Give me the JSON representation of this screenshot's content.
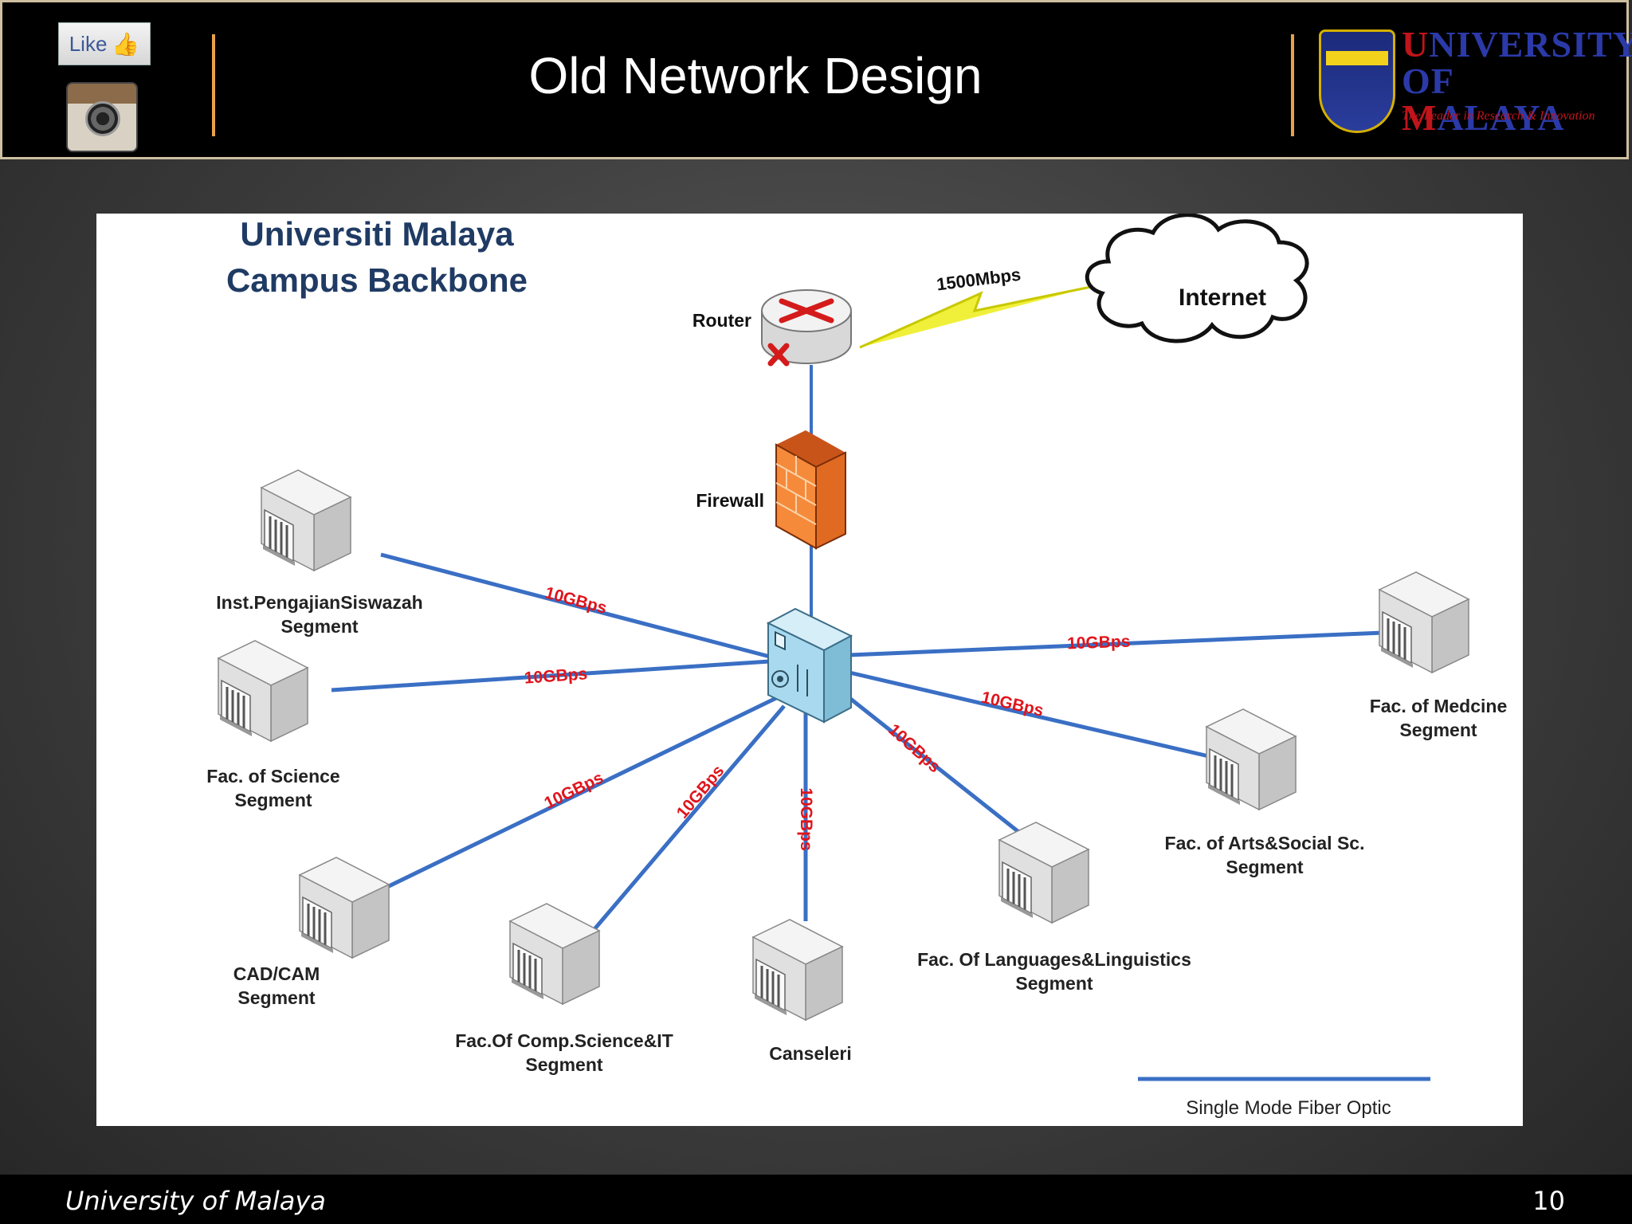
{
  "header": {
    "title": "Old Network Design",
    "like_label": "Like",
    "like_icon": "thumbs-up-icon",
    "instagram_icon": "instagram-icon",
    "university_name": "UNIVERSITY OF MALAYA",
    "university_line1_a": "U",
    "university_line1_b": "NIVERSITY",
    "university_line2_a": "OF ",
    "university_line2_b": "M",
    "university_line2_c": "ALAYA",
    "university_tagline": "The Leader in Research & Innovation"
  },
  "diagram": {
    "title_line1": "Universiti Malaya",
    "title_line2": "Campus Backbone",
    "router_label": "Router",
    "firewall_label": "Firewall",
    "internet_label": "Internet",
    "uplink_speed": "1500Mbps",
    "link_speed": "10GBps",
    "legend_label": "Single Mode Fiber Optic",
    "segments": [
      {
        "line1": "Inst.PengajianSiswazah",
        "line2": "Segment"
      },
      {
        "line1": "Fac. of Science",
        "line2": "Segment"
      },
      {
        "line1": "CAD/CAM",
        "line2": "Segment"
      },
      {
        "line1": "Fac.Of Comp.Science&IT",
        "line2": "Segment"
      },
      {
        "line1": "Canseleri",
        "line2": ""
      },
      {
        "line1": "Fac. Of Languages&Linguistics",
        "line2": "Segment"
      },
      {
        "line1": "Fac. of Arts&Social Sc.",
        "line2": "Segment"
      },
      {
        "line1": "Fac. of Medcine",
        "line2": "Segment"
      }
    ]
  },
  "colors": {
    "link": "#3a6fc4",
    "speed_label": "#e0141c",
    "title": "#1f3b64",
    "firewall": "#f07a2a",
    "switch": "#a9d9ee"
  },
  "footer": {
    "left": "University of Malaya",
    "page_number": "10"
  }
}
